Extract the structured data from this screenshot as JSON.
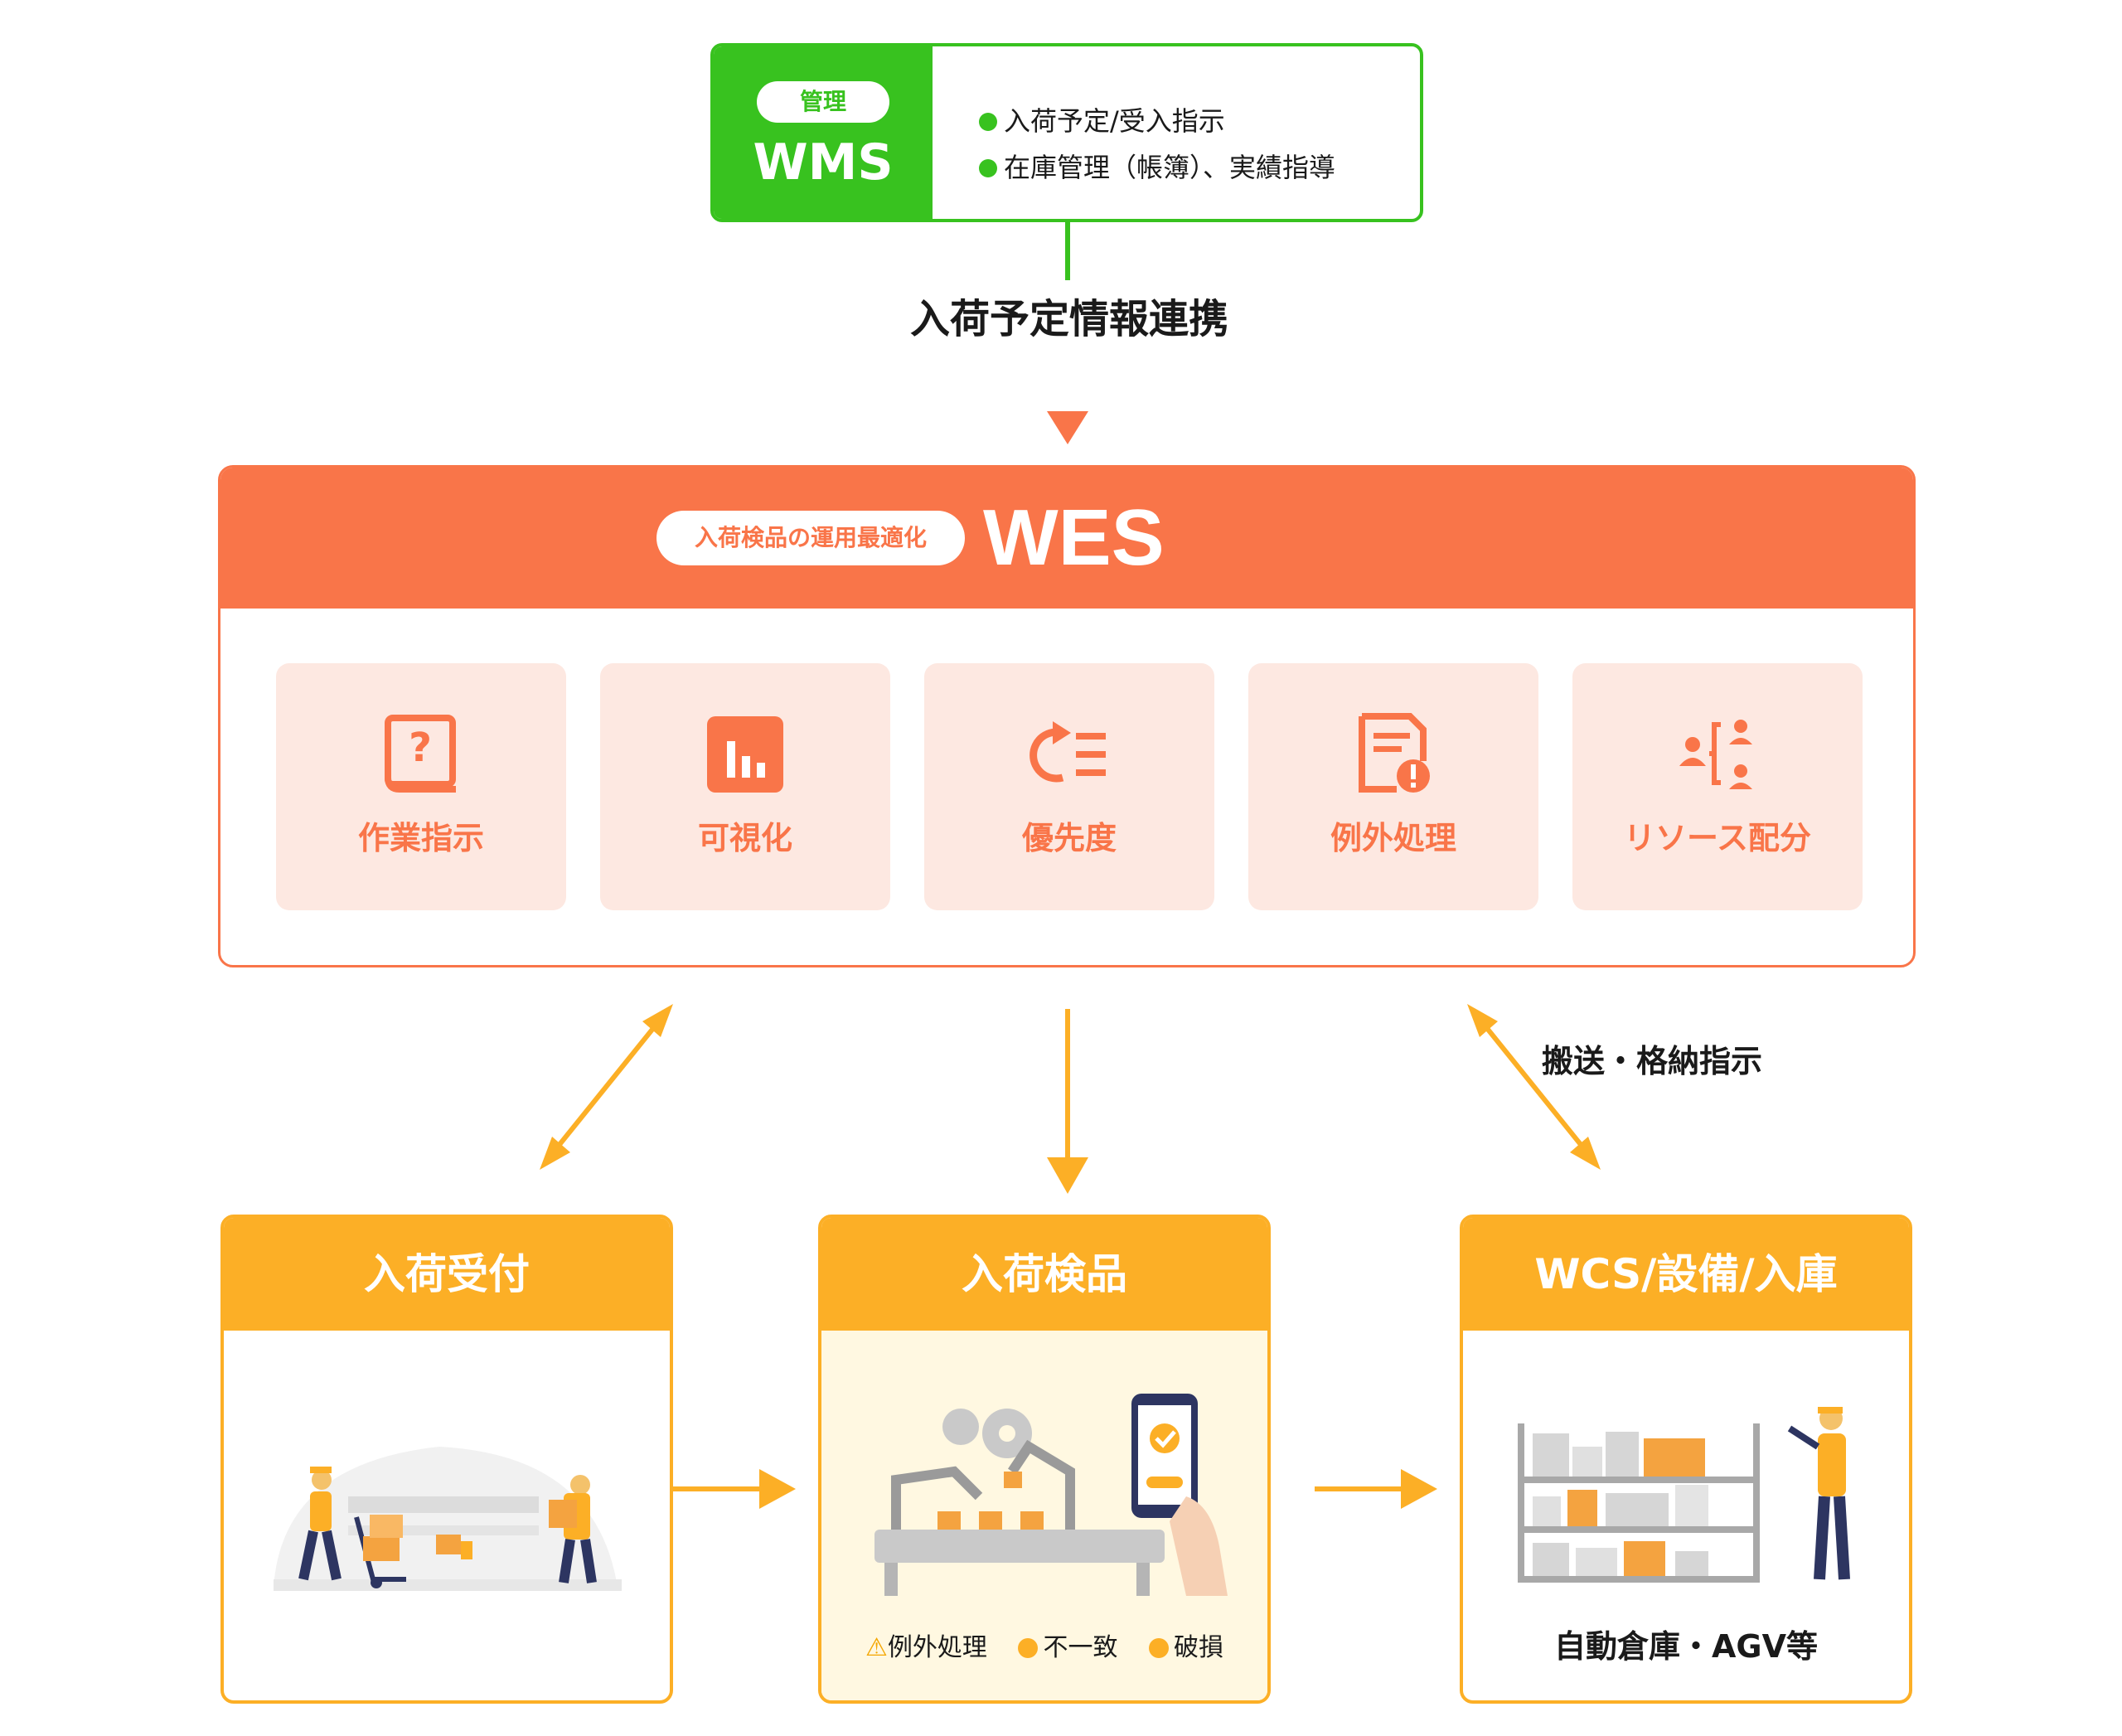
{
  "wms": {
    "badge": "管理",
    "title": "WMS",
    "items": [
      "入荷予定/受入指示",
      "在庫管理（帳簿）、実績指導"
    ]
  },
  "link_label": "入荷予定情報連携",
  "wes": {
    "badge": "入荷検品の運用最適化",
    "title": "WES",
    "features": [
      {
        "label": "作業指示",
        "icon": "help-book-icon"
      },
      {
        "label": "可視化",
        "icon": "bar-chart-icon"
      },
      {
        "label": "優先度",
        "icon": "priority-list-icon"
      },
      {
        "label": "例外処理",
        "icon": "document-alert-icon"
      },
      {
        "label": "リソース配分",
        "icon": "resource-allocation-icon"
      }
    ]
  },
  "side_label": "搬送・格納指示",
  "boxes": [
    {
      "title": "入荷受付",
      "caption": ""
    },
    {
      "title": "入荷検品",
      "caption": ""
    },
    {
      "title": "WCS/設備/入庫",
      "caption": "自動倉庫・AGV等"
    }
  ],
  "inspection_legend": [
    "例外処理",
    "不一致",
    "破損"
  ],
  "colors": {
    "green": "#38c21f",
    "orange": "#f97549",
    "yellow": "#fcaf26",
    "pink": "#fde8e1"
  }
}
